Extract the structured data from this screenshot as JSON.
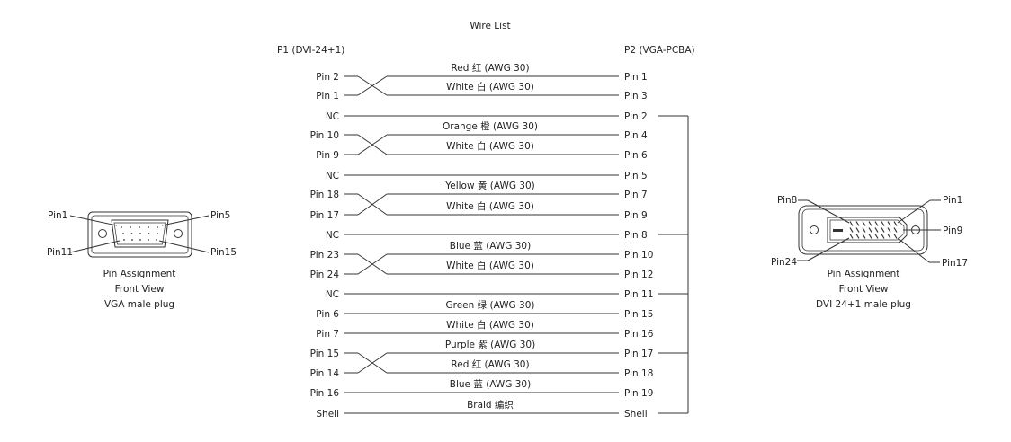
{
  "title": "Wire List",
  "p1_header": "P1 (DVI-24+1)",
  "p2_header": "P2 (VGA-PCBA)",
  "rows": [
    {
      "left": "Pin 2",
      "right": "Pin 1",
      "wire": "Red 红 (AWG 30)",
      "cross": 1
    },
    {
      "left": "Pin 1",
      "right": "Pin 3",
      "wire": "White 白 (AWG 30)",
      "cross": 0
    },
    {
      "left": "NC",
      "right": "Pin 2",
      "wire": "",
      "cross": 0
    },
    {
      "left": "Pin 10",
      "right": "Pin 4",
      "wire": "Orange 橙 (AWG 30)",
      "cross": 1
    },
    {
      "left": "Pin 9",
      "right": "Pin 6",
      "wire": "White 白 (AWG 30)",
      "cross": 0
    },
    {
      "left": "NC",
      "right": "Pin 5",
      "wire": "",
      "cross": 0
    },
    {
      "left": "Pin 18",
      "right": "Pin 7",
      "wire": "Yellow 黄 (AWG 30)",
      "cross": 1
    },
    {
      "left": "Pin 17",
      "right": "Pin 9",
      "wire": "White 白 (AWG 30)",
      "cross": 0
    },
    {
      "left": "NC",
      "right": "Pin 8",
      "wire": "",
      "cross": 0
    },
    {
      "left": "Pin 23",
      "right": "Pin 10",
      "wire": "Blue 蓝 (AWG 30)",
      "cross": 1
    },
    {
      "left": "Pin 24",
      "right": "Pin 12",
      "wire": "White 白 (AWG 30)",
      "cross": 0
    },
    {
      "left": "NC",
      "right": "Pin 11",
      "wire": "",
      "cross": 0
    },
    {
      "left": "Pin 6",
      "right": "Pin 15",
      "wire": "Green 绿 (AWG 30)",
      "cross": 0
    },
    {
      "left": "Pin 7",
      "right": "Pin 16",
      "wire": "White 白 (AWG 30)",
      "cross": 0
    },
    {
      "left": "Pin 15",
      "right": "Pin 17",
      "wire": "Purple 紫 (AWG 30)",
      "cross": 1
    },
    {
      "left": "Pin 14",
      "right": "Pin 18",
      "wire": "Red 红 (AWG 30)",
      "cross": 0
    },
    {
      "left": "Pin 16",
      "right": "Pin 19",
      "wire": "Blue 蓝 (AWG 30)",
      "cross": 0
    },
    {
      "left": "Shell",
      "right": "Shell",
      "wire": "Braid 编织",
      "cross": 0
    }
  ],
  "ground_bus_rows": [
    2,
    8,
    11,
    14,
    17
  ],
  "vga": {
    "pin_tl": "Pin1",
    "pin_tr": "Pin5",
    "pin_bl": "Pin11",
    "pin_br": "Pin15",
    "caption1": "Pin Assignment",
    "caption2": "Front View",
    "caption3": "VGA male plug"
  },
  "dvi": {
    "pin_tl": "Pin8",
    "pin_tr": "Pin1",
    "pin_mr": "Pin9",
    "pin_bl": "Pin24",
    "pin_br": "Pin17",
    "caption1": "Pin Assignment",
    "caption2": "Front View",
    "caption3": "DVI 24+1 male plug"
  }
}
